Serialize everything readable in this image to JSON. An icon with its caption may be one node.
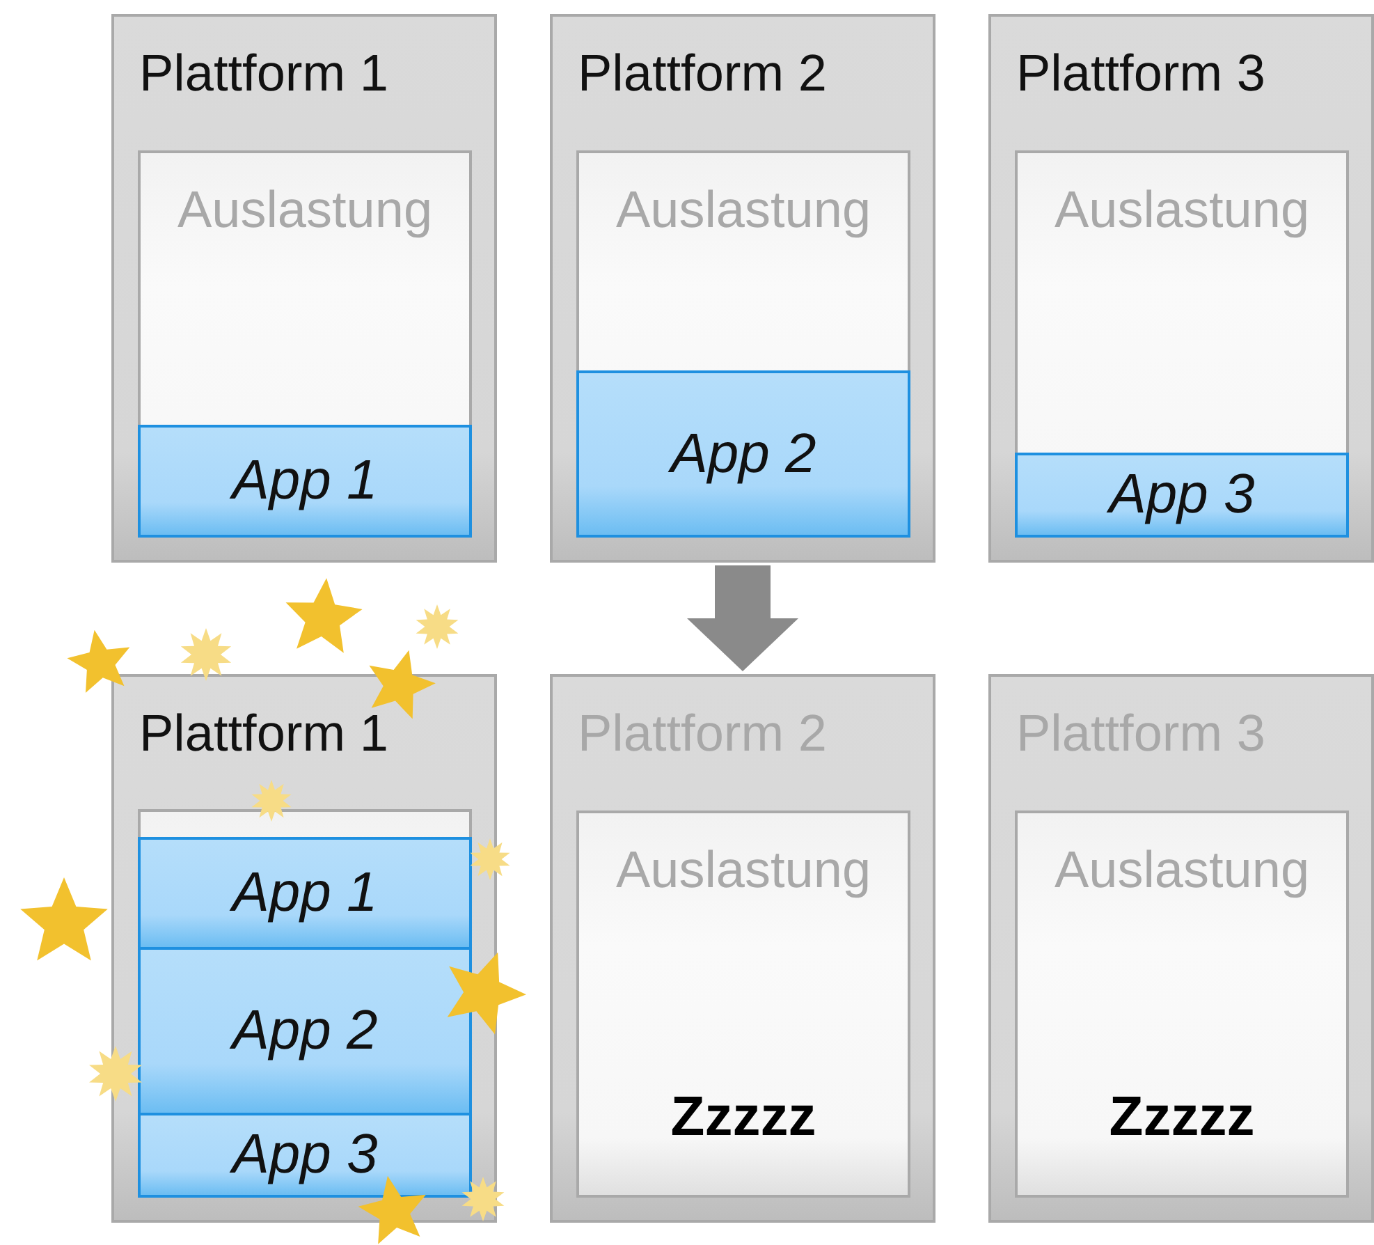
{
  "diagram": {
    "nodes": [
      {
        "text": [
          "Plattform 1"
        ]
      },
      {
        "text": [
          "Auslastung"
        ],
        "in": 0
      },
      {
        "text": [
          "App 1"
        ],
        "in": 1
      },
      {
        "text": [
          "Plattform 2"
        ]
      },
      {
        "text": [
          "Auslastung"
        ],
        "in": 3
      },
      {
        "text": [
          "App 2"
        ],
        "in": 4
      },
      {
        "text": [
          "Plattform 3"
        ]
      },
      {
        "text": [
          "Auslastung"
        ],
        "in": 6
      },
      {
        "text": [
          "App 3"
        ],
        "in": 7
      },
      {
        "text": [
          "Plattform 1"
        ]
      },
      {
        "text": [],
        "shape": "box",
        "in": 9
      },
      {
        "text": [
          "App 1"
        ],
        "in": 10
      },
      {
        "text": [
          "App 2"
        ],
        "in": 10
      },
      {
        "text": [
          "App 3"
        ],
        "in": 10
      },
      {
        "text": [
          "Plattform 2"
        ]
      },
      {
        "text": [
          "Auslastung",
          "Zzzzz"
        ],
        "in": 14
      },
      {
        "text": [
          "Plattform 3"
        ]
      },
      {
        "text": [
          "Auslastung",
          "Zzzzz"
        ],
        "in": 16
      }
    ],
    "edges": [
      {
        "from": 3,
        "to": 14,
        "arrow": "to",
        "style": "thick"
      }
    ]
  }
}
